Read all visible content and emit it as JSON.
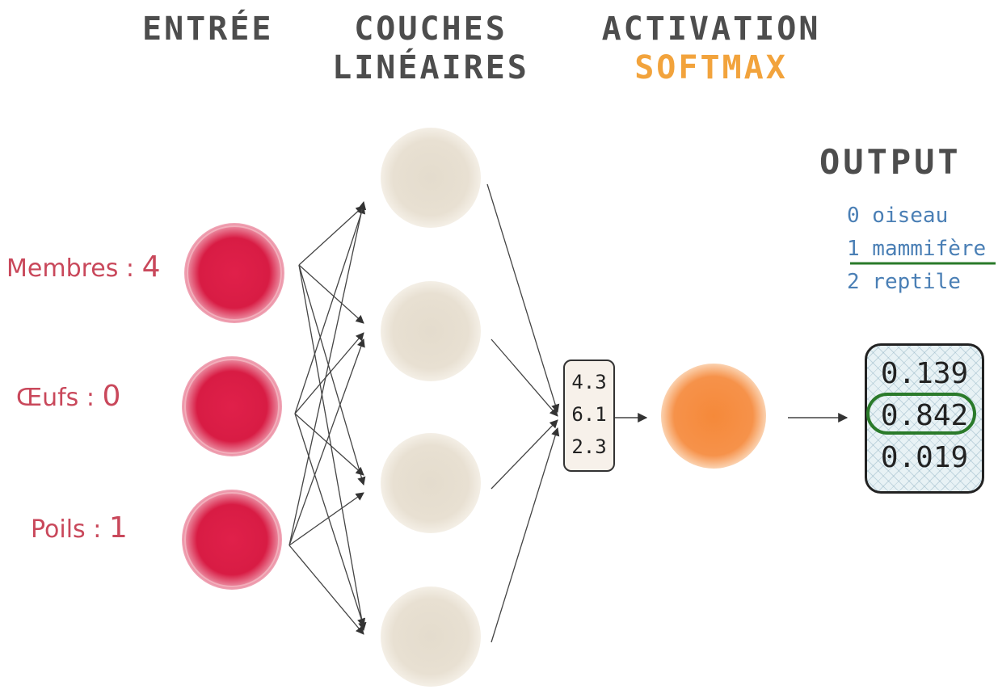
{
  "headers": {
    "input": "ENTRÉE",
    "linear_line1": "COUCHES",
    "linear_line2": "LINÉAIRES",
    "activation_line1": "ACTIVATION",
    "activation_line2": "SOFTMAX",
    "output": "OUTPUT"
  },
  "inputs": [
    {
      "label": "Membres : ",
      "value": "4"
    },
    {
      "label": "Œufs : ",
      "value": "0"
    },
    {
      "label": "Poils : ",
      "value": "1"
    }
  ],
  "logits": [
    "4.3",
    "6.1",
    "2.3"
  ],
  "classes": [
    "0 oiseau",
    "1 mammifère",
    "2 reptile"
  ],
  "probabilities": [
    "0.139",
    "0.842",
    "0.019"
  ],
  "selected_class_index": 1,
  "colors": {
    "input_node": "#e0204a",
    "hidden_node": "#e8e0d2",
    "softmax_node": "#f5893a",
    "header_text": "#4d4d4d",
    "accent": "#f2a33c",
    "input_label": "#c9485b",
    "class_text": "#4a7fb5",
    "selection": "#2a7a2a"
  }
}
